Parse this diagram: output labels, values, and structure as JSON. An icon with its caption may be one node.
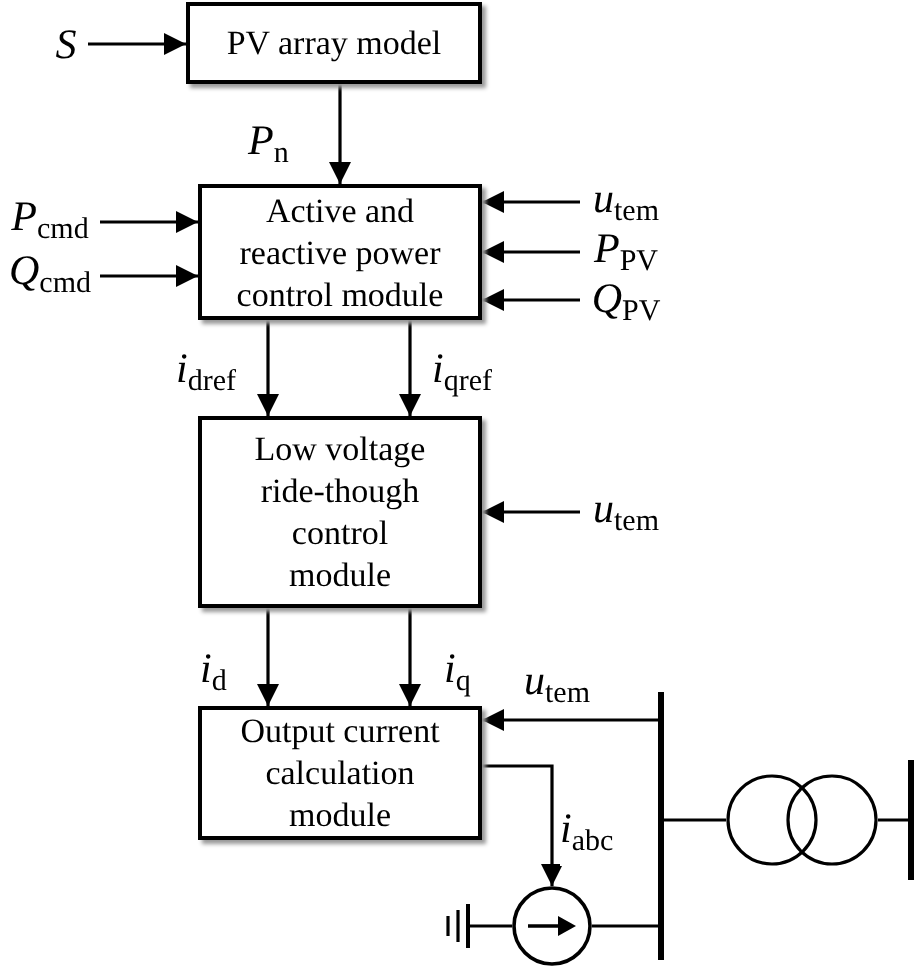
{
  "diagram": {
    "nodes": [
      {
        "text": [
          "S"
        ]
      },
      {
        "text": [
          "PV array model"
        ]
      },
      {
        "text": [
          "*P*$_{cmd}$"
        ]
      },
      {
        "text": [
          "*Q*$_{cmd}$"
        ]
      },
      {
        "text": [
          "Active and reactive power control module"
        ]
      },
      {
        "text": [
          "*u*$_{tem}$"
        ]
      },
      {
        "text": [
          "*P*$_{PV}$"
        ]
      },
      {
        "text": [
          "*Q*$_{PV}$"
        ]
      },
      {
        "text": [
          "Low voltage ride-though control module"
        ]
      },
      {
        "text": [
          "*u*$_{tem}$"
        ]
      },
      {
        "text": [
          "Output current calculation module"
        ]
      },
      {
        "text": [],
        "shape": "circle"
      },
      {
        "text": [],
        "shape": "bar"
      },
      {
        "text": [],
        "shape": "transformer"
      },
      {
        "text": [],
        "shape": "bar"
      }
    ],
    "edges": [
      {
        "from": 0,
        "to": 1,
        "arrow": "to"
      },
      {
        "from": 1,
        "to": 4,
        "arrow": "to",
        "label": "*P*$_{n}$"
      },
      {
        "from": 2,
        "to": 4,
        "arrow": "to"
      },
      {
        "from": 3,
        "to": 4,
        "arrow": "to"
      },
      {
        "from": 5,
        "to": 4,
        "arrow": "to"
      },
      {
        "from": 6,
        "to": 4,
        "arrow": "to"
      },
      {
        "from": 7,
        "to": 4,
        "arrow": "to"
      },
      {
        "from": 4,
        "to": 8,
        "arrow": "to",
        "label": "*i*$_{dref}$"
      },
      {
        "from": 4,
        "to": 8,
        "arrow": "to",
        "label": "*i*$_{qref}$"
      },
      {
        "from": 9,
        "to": 8,
        "arrow": "to"
      },
      {
        "from": 8,
        "to": 10,
        "arrow": "to",
        "label": "*i*$_{d}$"
      },
      {
        "from": 8,
        "to": 10,
        "arrow": "to",
        "label": "*i*$_{q}$"
      },
      {
        "from": 12,
        "to": 10,
        "arrow": "to",
        "label": "*u*$_{tem}$"
      },
      {
        "from": 10,
        "to": 11,
        "arrow": "to",
        "label": "*i*$_{abc}$"
      },
      {
        "from": 11,
        "to": 12,
        "arrow": "none"
      },
      {
        "from": 12,
        "to": 13,
        "arrow": "none"
      },
      {
        "from": 13,
        "to": 14,
        "arrow": "none"
      }
    ]
  }
}
